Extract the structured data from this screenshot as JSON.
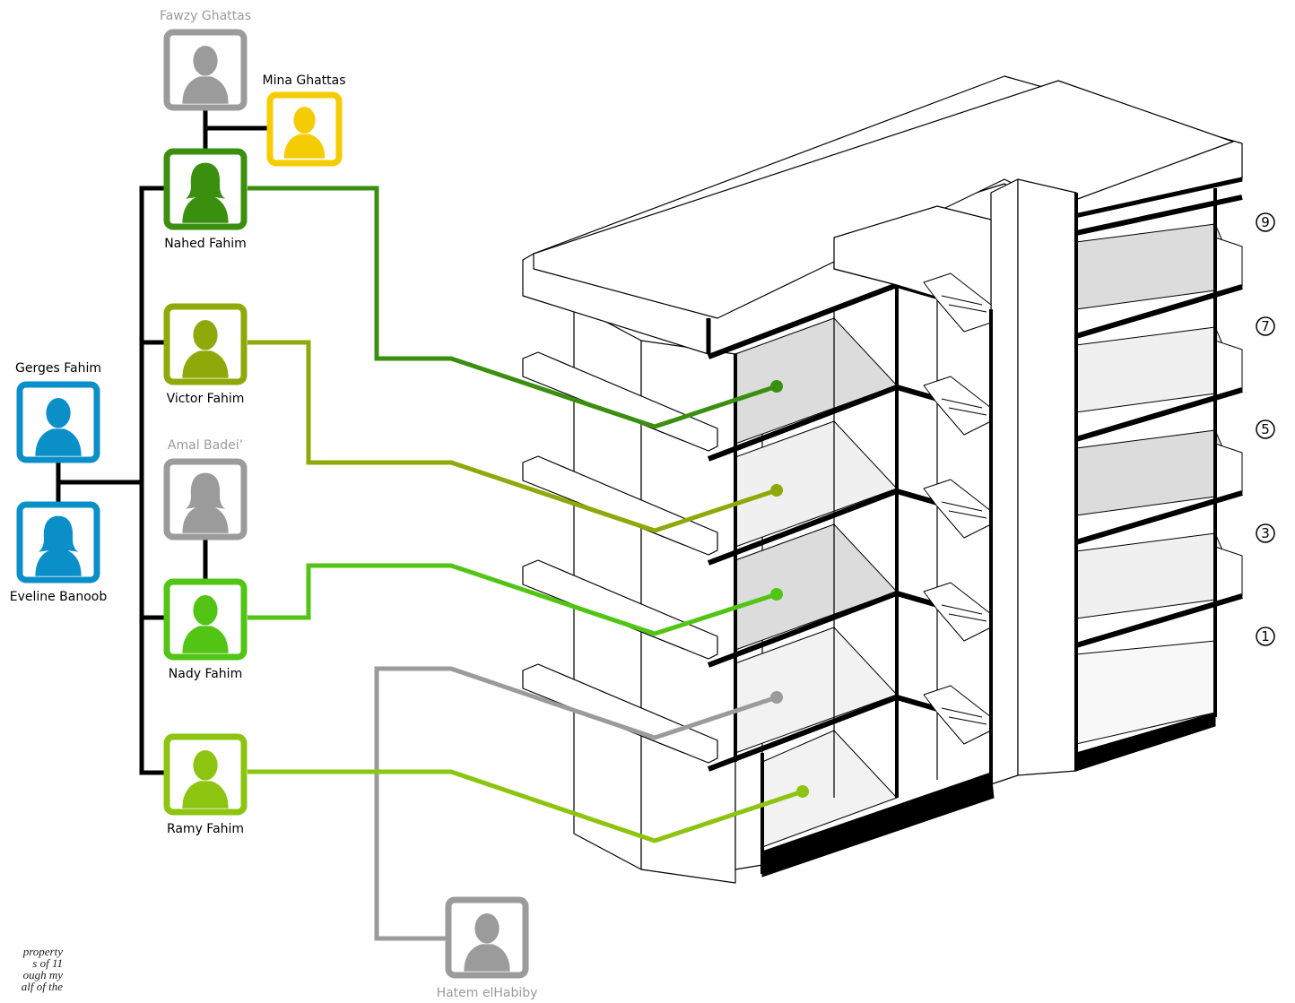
{
  "colors": {
    "nahed": "#3b8f0f",
    "victor": "#8fa80a",
    "nady": "#52c414",
    "ramy": "#8cc40f",
    "gray": "#9b9b9b",
    "blue": "#0b8fc9",
    "yellow": "#f5cc00",
    "black": "#000000"
  },
  "people": {
    "fawzy": {
      "name": "Fawzy Ghattas",
      "color": "#9b9b9b",
      "icon": "male-person-icon"
    },
    "mina": {
      "name": "Mina Ghattas",
      "color": "#f5cc00",
      "icon": "male-person-icon"
    },
    "nahed": {
      "name": "Nahed Fahim",
      "color": "#3b8f0f",
      "icon": "female-person-icon"
    },
    "victor": {
      "name": "Victor Fahim",
      "color": "#8fa80a",
      "icon": "male-person-icon"
    },
    "amal": {
      "name": "Amal Badei’",
      "color": "#9b9b9b",
      "icon": "female-person-icon"
    },
    "nady": {
      "name": "Nady Fahim",
      "color": "#52c414",
      "icon": "male-person-icon"
    },
    "ramy": {
      "name": "Ramy Fahim",
      "color": "#8cc40f",
      "icon": "male-person-icon"
    },
    "gerges": {
      "name": "Gerges Fahim",
      "color": "#0b8fc9",
      "icon": "male-person-icon"
    },
    "eveline": {
      "name": "Eveline Banoob",
      "color": "#0b8fc9",
      "icon": "female-person-icon"
    },
    "hatem": {
      "name": "Hatem elHabiby",
      "color": "#9b9b9b",
      "icon": "male-person-icon"
    }
  },
  "floor_numbers": [
    "9",
    "7",
    "5",
    "3",
    "1"
  ],
  "footnote_fragment": "property\ns of 11\nough my\nalf of the"
}
